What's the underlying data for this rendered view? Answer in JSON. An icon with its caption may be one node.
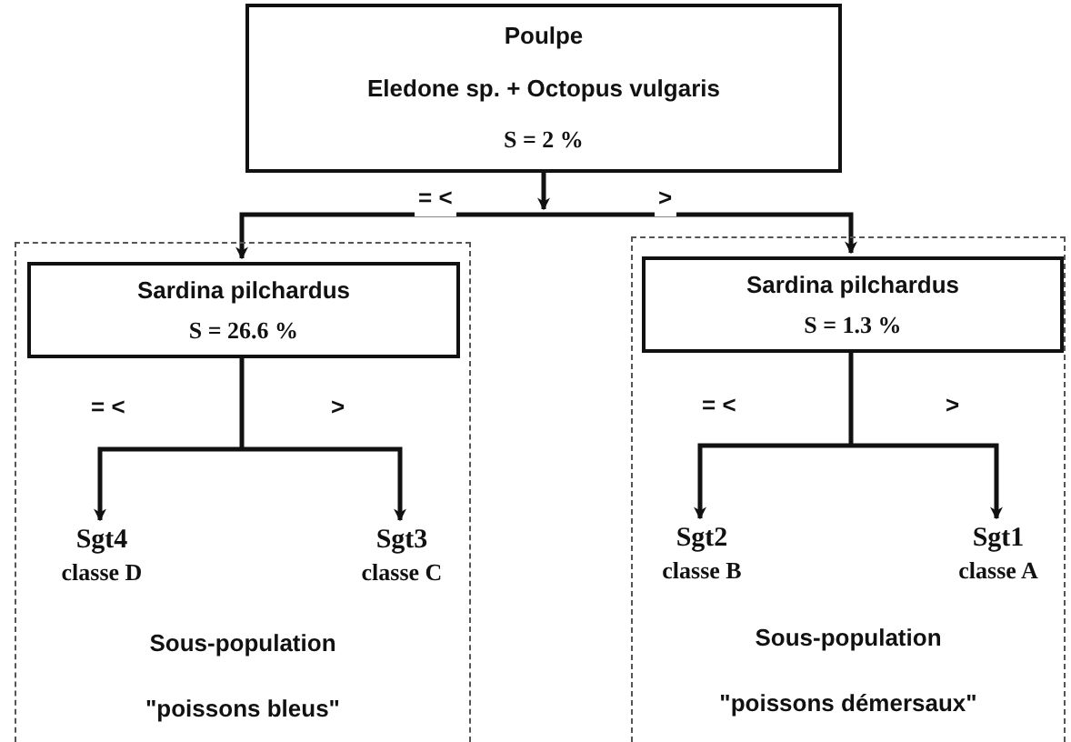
{
  "diagram": {
    "nodes": [
      {
        "text": [
          "Poulpe",
          "Eledone sp. + Octopus vulgaris",
          "S = 2 %"
        ]
      },
      {
        "text": [
          "Sous-population",
          "\"poissons bleus\""
        ]
      },
      {
        "text": [
          "Sardina pilchardus",
          "S = 26.6 %"
        ],
        "in": 1
      },
      {
        "text": [
          "Sgt4",
          "classe D"
        ],
        "in": 1
      },
      {
        "text": [
          "Sgt3",
          "classe C"
        ],
        "in": 1
      },
      {
        "text": [
          "Sous-population",
          "\"poissons démersaux\""
        ]
      },
      {
        "text": [
          "Sardina pilchardus",
          "S = 1.3 %"
        ],
        "in": 5
      },
      {
        "text": [
          "Sgt2",
          "classe B"
        ],
        "in": 5
      },
      {
        "text": [
          "Sgt1",
          "classe A"
        ],
        "in": 5
      }
    ],
    "edges": [
      {
        "from": 0,
        "to": 2,
        "arrow": "to",
        "label": "= <"
      },
      {
        "from": 0,
        "to": 6,
        "arrow": "to",
        "label": ">"
      },
      {
        "from": 2,
        "to": 3,
        "arrow": "to",
        "label": "= <"
      },
      {
        "from": 2,
        "to": 4,
        "arrow": "to",
        "label": ">"
      },
      {
        "from": 6,
        "to": 7,
        "arrow": "to",
        "label": "= <"
      },
      {
        "from": 6,
        "to": 8,
        "arrow": "to",
        "label": ">"
      }
    ]
  }
}
